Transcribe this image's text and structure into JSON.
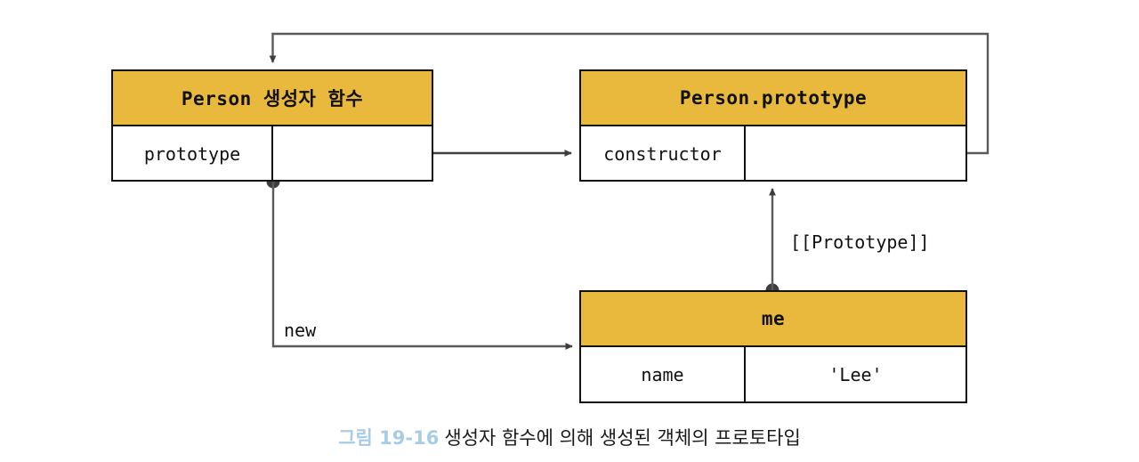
{
  "diagram": {
    "title_caption": {
      "figure_number": "그림 19-16",
      "text": "생성자 함수에 의해 생성된 객체의 프로토타입"
    },
    "palette": {
      "header_fill": "#e8b93d",
      "stroke": "#111111",
      "wire": "#4a4a4a",
      "caption_accent": "#a9cce6"
    },
    "boxes": [
      {
        "id": "person-constructor",
        "header": "Person 생성자 함수",
        "rows": [
          {
            "key": "prototype",
            "value": ""
          }
        ]
      },
      {
        "id": "person-prototype",
        "header": "Person.prototype",
        "rows": [
          {
            "key": "constructor",
            "value": ""
          }
        ]
      },
      {
        "id": "me-object",
        "header": "me",
        "rows": [
          {
            "key": "name",
            "value": "'Lee'"
          }
        ]
      }
    ],
    "edge_labels": {
      "prototype_link": "[[Prototype]]",
      "new_operator": "new"
    }
  }
}
